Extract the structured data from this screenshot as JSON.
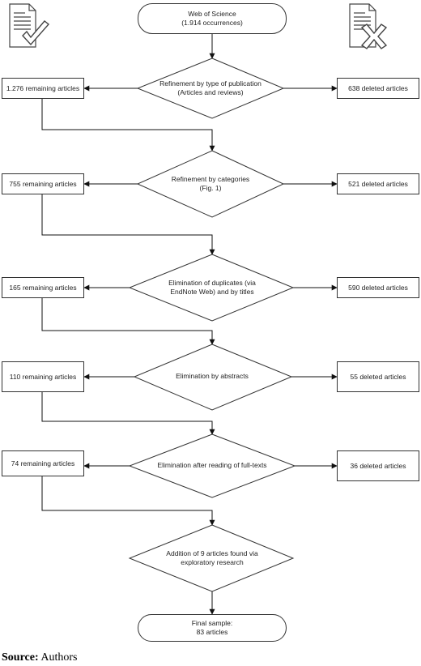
{
  "start": {
    "line1": "Web of Science",
    "line2": "(1.914 occurrences)"
  },
  "steps": [
    {
      "diamond_line1": "Refinement by type of publication",
      "diamond_line2": "(Articles and reviews)",
      "remaining": "1.276 remaining articles",
      "deleted": "638 deleted articles"
    },
    {
      "diamond_line1": "Refinement by categories",
      "diamond_line2": "(Fig. 1)",
      "remaining": "755 remaining articles",
      "deleted": "521 deleted articles"
    },
    {
      "diamond_line1": "Elimination of duplicates (via",
      "diamond_line2": "EndNote Web) and by titles",
      "remaining": "165 remaining articles",
      "deleted": "590 deleted articles"
    },
    {
      "diamond_line1": "Elimination by abstracts",
      "diamond_line2": "",
      "remaining": "110 remaining articles",
      "deleted": "55 deleted articles"
    },
    {
      "diamond_line1": "Elimination after reading of full-texts",
      "diamond_line2": "",
      "remaining": "74 remaining articles",
      "deleted": "36 deleted articles"
    }
  ],
  "addition": {
    "line1": "Addition of 9 articles found via",
    "line2": "exploratory research"
  },
  "final": {
    "line1": "Final sample:",
    "line2": "83 articles"
  },
  "source": {
    "label": "Source:",
    "text": " Authors"
  },
  "icons": {
    "approved": "document-check-icon",
    "rejected": "document-cross-icon"
  }
}
